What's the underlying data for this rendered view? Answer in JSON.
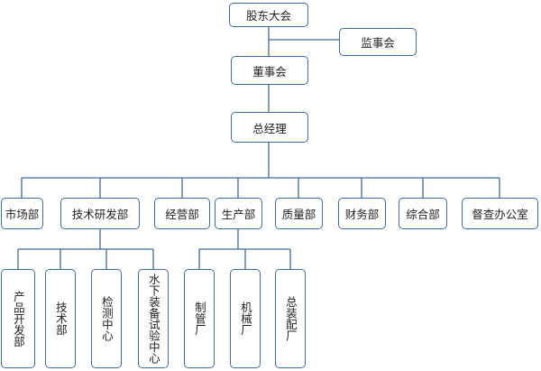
{
  "org_chart": {
    "shareholders": "股东大会",
    "supervisors": "监事会",
    "board": "董事会",
    "gm": "总经理",
    "departments": [
      "市场部",
      "技术研发部",
      "经营部",
      "生产部",
      "质量部",
      "财务部",
      "综合部",
      "督查办公室"
    ],
    "rnd_units": [
      "产品开发部",
      "技术部",
      "检测中心",
      "水下装备试验中心"
    ],
    "production_units": [
      "制管厂",
      "机械厂",
      "总装配厂"
    ]
  }
}
